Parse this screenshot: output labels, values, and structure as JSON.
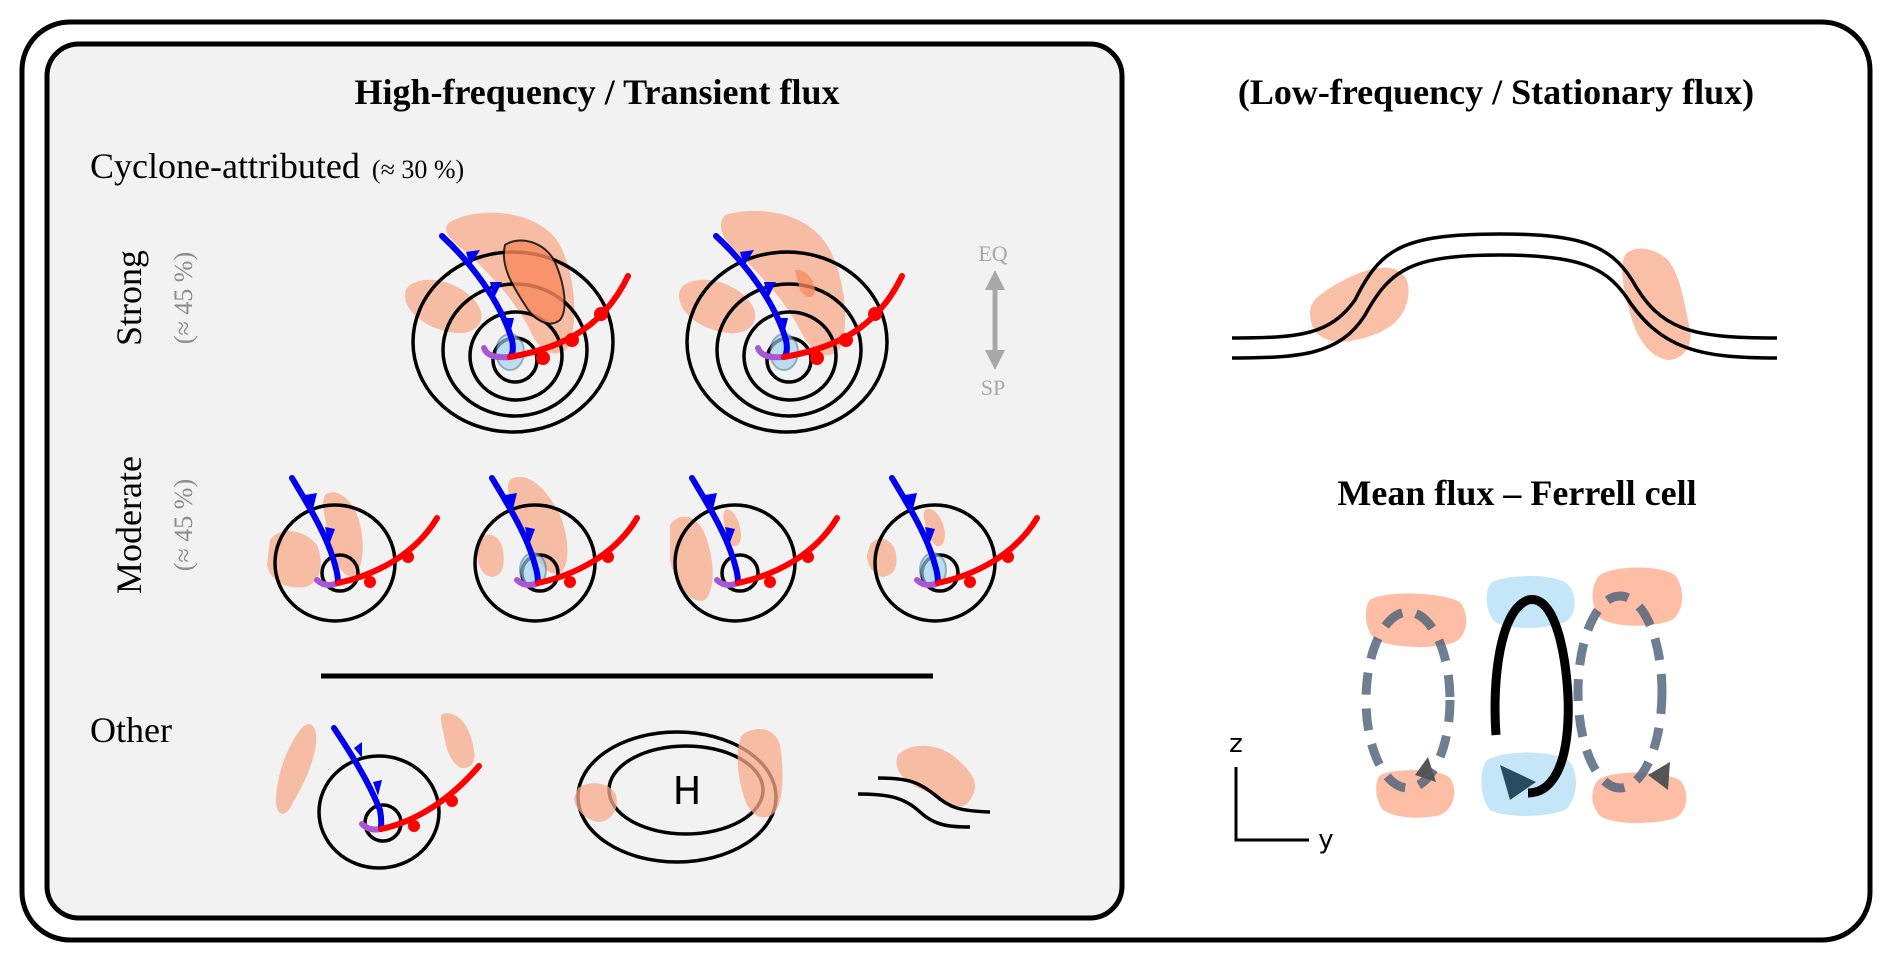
{
  "left_panel": {
    "title": "High-frequency / Transient flux",
    "section_cyclone": {
      "label": "Cyclone-attributed",
      "share": "(≈ 30 %)"
    },
    "rows": [
      {
        "label": "Strong",
        "share": "(≈ 45 %)",
        "cyclone_count": 2
      },
      {
        "label": "Moderate",
        "share": "(≈ 45 %)",
        "cyclone_count": 4
      }
    ],
    "direction_axis": {
      "top": "EQ",
      "bottom": "SP"
    },
    "other": {
      "label": "Other",
      "items": [
        "cyclone",
        "anticyclone",
        "jet-wave"
      ],
      "anticyclone_symbol": "H"
    }
  },
  "right_panel": {
    "title": "(Low-frequency / Stationary flux)",
    "mean_flux_title": "Mean flux – Ferrell cell",
    "axes": {
      "vertical": "z",
      "horizontal": "y"
    }
  },
  "colors": {
    "panel_background": "#f2f2f2",
    "flux_blob": "#f7a98a",
    "strong_flux_blob": "#f98a5e",
    "cold_front": "#0000ee",
    "warm_front": "#ff0000",
    "occluded_front": "#a855d6",
    "cold_core": "#9fd2f2",
    "eddy_loop": "#4a5f78",
    "direction_axis": "#a8a8a8"
  }
}
